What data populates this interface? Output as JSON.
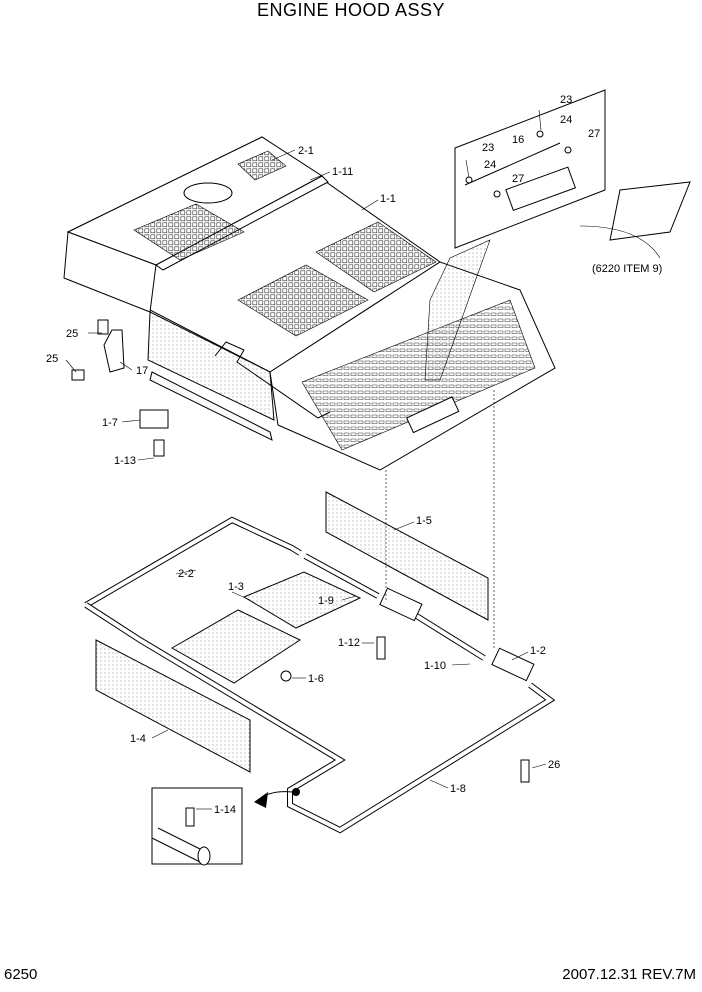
{
  "header": {
    "title": "ENGINE HOOD ASSY"
  },
  "footer": {
    "page_number": "6250",
    "revision": "2007.12.31 REV.7M"
  },
  "callouts": [
    "2-1",
    "1-11",
    "1-1",
    "23",
    "24",
    "16",
    "27",
    "23",
    "24",
    "27",
    "(6220 ITEM 9)",
    "25",
    "25",
    "17",
    "1-7",
    "1-13",
    "1-5",
    "2-2",
    "1-3",
    "1-9",
    "1-12",
    "1-2",
    "1-10",
    "1-6",
    "1-4",
    "26",
    "1-8",
    "1-14"
  ]
}
